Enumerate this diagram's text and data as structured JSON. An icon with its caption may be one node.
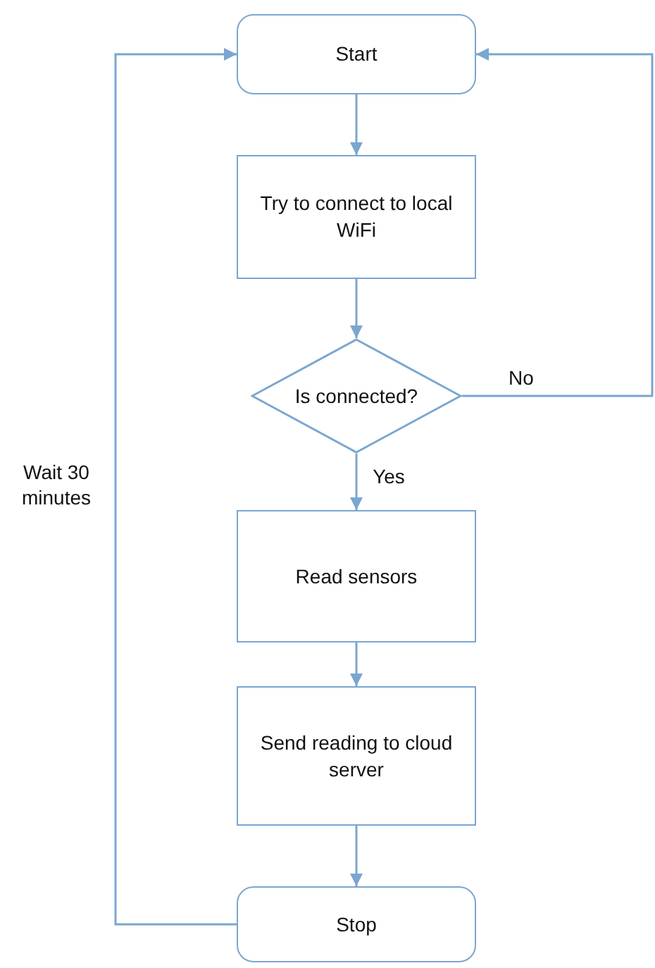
{
  "diagram": {
    "nodes": [
      {
        "text": [
          "Start"
        ]
      },
      {
        "text": [
          "Try to connect to local WiFi"
        ]
      },
      {
        "text": [
          "Is connected?"
        ]
      },
      {
        "text": [
          "Read sensors"
        ]
      },
      {
        "text": [
          "Send reading to cloud server"
        ]
      },
      {
        "text": [
          "Stop"
        ]
      }
    ],
    "edges": [
      {
        "from": 0,
        "to": 1,
        "arrow": "to"
      },
      {
        "from": 1,
        "to": 2,
        "arrow": "to"
      },
      {
        "from": 2,
        "to": 3,
        "arrow": "to",
        "label": "Yes"
      },
      {
        "from": 2,
        "to": 0,
        "arrow": "to",
        "label": "No"
      },
      {
        "from": 3,
        "to": 4,
        "arrow": "to"
      },
      {
        "from": 4,
        "to": 5,
        "arrow": "to"
      },
      {
        "from": 5,
        "to": 0,
        "arrow": "to",
        "label": "Wait 30 minutes"
      }
    ]
  }
}
